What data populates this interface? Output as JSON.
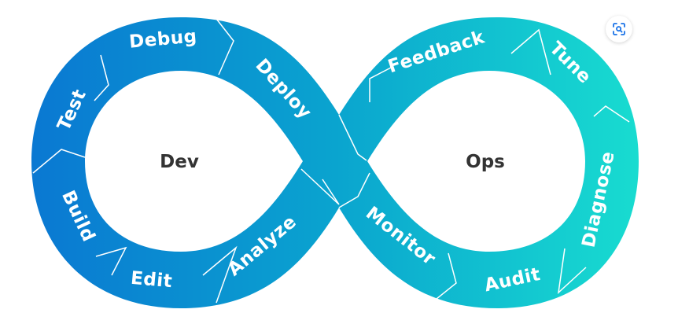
{
  "diagram": {
    "colors": {
      "dev_start": "#0a78d2",
      "mid": "#0aa4cf",
      "ops_end": "#18dcd0",
      "divider": "#ffffff",
      "center_text": "#333333"
    },
    "centers": {
      "left": "Dev",
      "right": "Ops"
    },
    "segments": {
      "debug": "Debug",
      "deploy": "Deploy",
      "test": "Test",
      "build": "Build",
      "edit": "Edit",
      "analyze": "Analyze",
      "feedback": "Feedback",
      "tune": "Tune",
      "diagnose": "Diagnose",
      "monitor": "Monitor",
      "audit": "Audit"
    }
  },
  "toolbar": {
    "lens_icon": "visual-search-icon"
  }
}
